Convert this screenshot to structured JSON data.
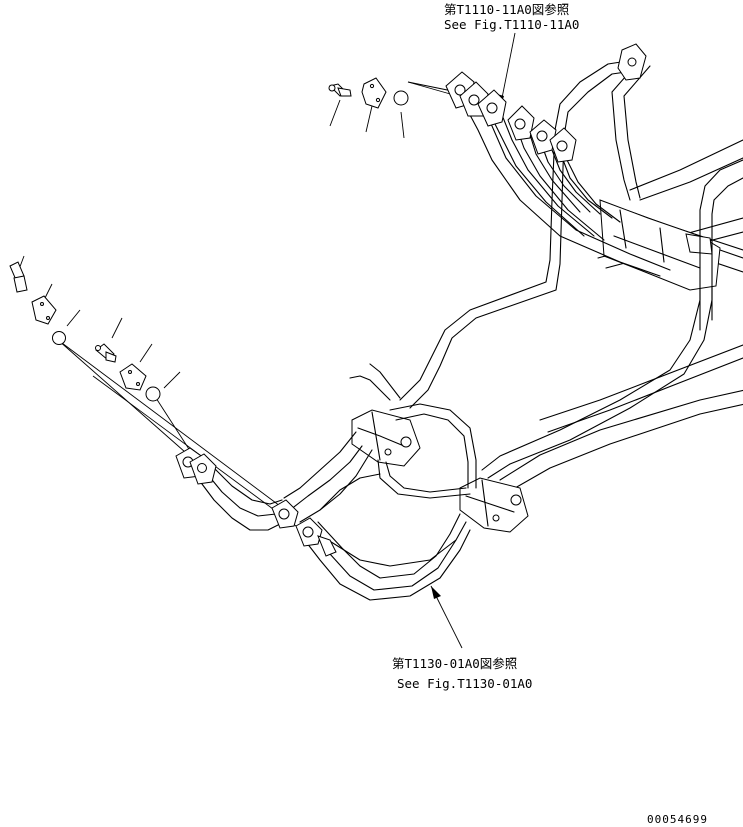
{
  "callouts": {
    "top_ref_jp": "第T1110-11A0図参照",
    "top_ref_en": "See Fig.T1110-11A0",
    "bottom_ref_jp": "第T1130-01A0図参照",
    "bottom_ref_en": "See Fig.T1130-01A0"
  },
  "drawing_number": "00054699"
}
